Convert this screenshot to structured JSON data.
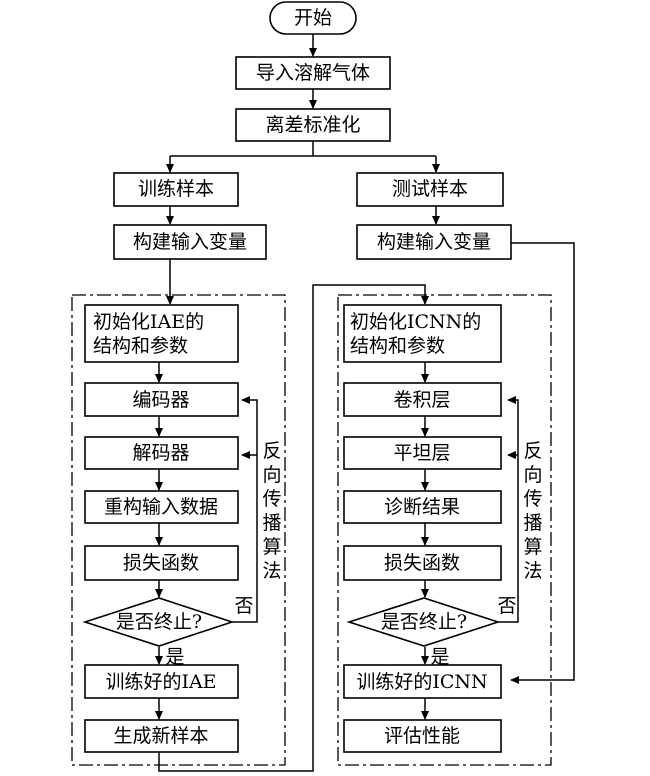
{
  "nodes": {
    "start": "开始",
    "import": "导入溶解气体",
    "normalize": "离差标准化",
    "train": "训练样本",
    "test": "测试样本",
    "build_in_l": "构建输入变量",
    "build_in_r": "构建输入变量",
    "init_iae_1": "初始化IAE的",
    "init_iae_2": "结构和参数",
    "encoder": "编码器",
    "decoder": "解码器",
    "reconstruct": "重构输入数据",
    "loss_l": "损失函数",
    "stop_l": "是否终止?",
    "trained_iae": "训练好的IAE",
    "new_samples": "生成新样本",
    "init_icnn_1": "初始化ICNN的",
    "init_icnn_2": "结构和参数",
    "conv": "卷积层",
    "flatten": "平坦层",
    "diag": "诊断结果",
    "loss_r": "损失函数",
    "stop_r": "是否终止?",
    "trained_icnn": "训练好的ICNN",
    "eval": "评估性能"
  },
  "labels": {
    "no_l": "否",
    "yes_l": "是",
    "no_r": "否",
    "yes_r": "是",
    "bp_l": [
      "反",
      "向",
      "传",
      "播",
      "算",
      "法"
    ],
    "bp_r": [
      "反",
      "向",
      "传",
      "播",
      "算",
      "法"
    ]
  }
}
